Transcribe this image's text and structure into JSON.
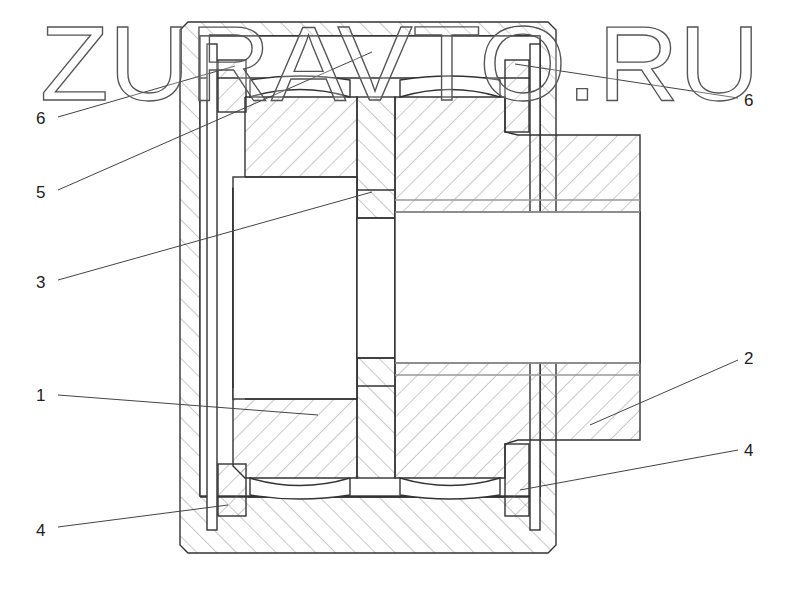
{
  "diagram": {
    "labels": [
      "ZURAVTO.RU",
      "6",
      "6",
      "5",
      "3",
      "2",
      "1",
      "4",
      "4"
    ]
  }
}
